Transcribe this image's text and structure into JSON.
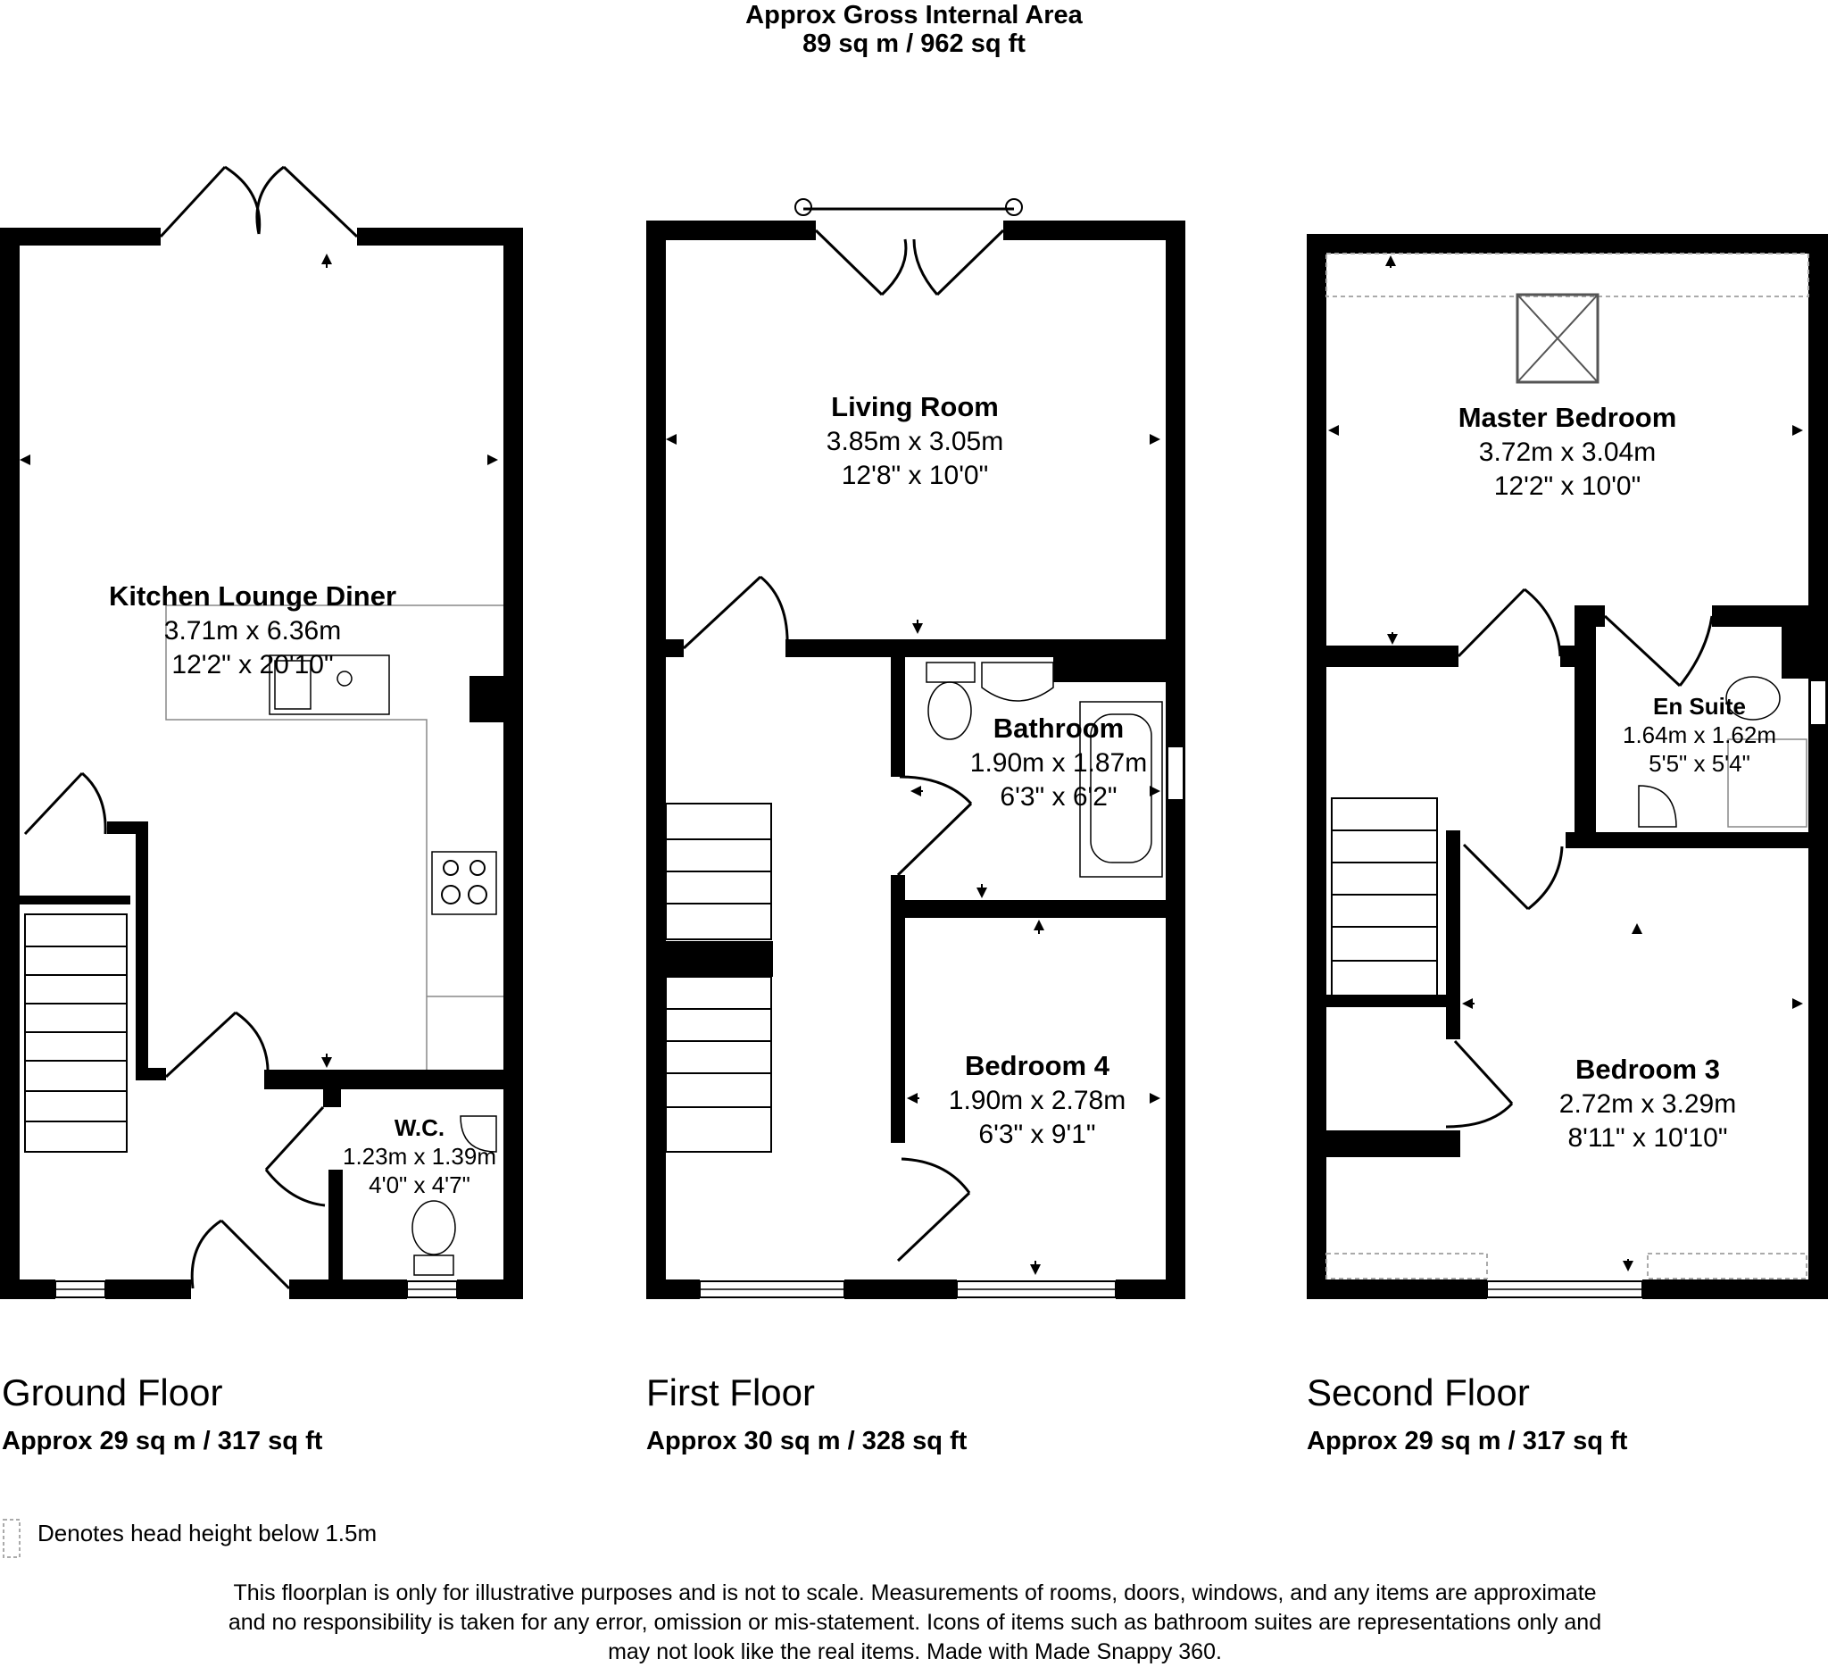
{
  "header": {
    "title": "Approx Gross Internal Area",
    "total_area": "89 sq m / 962 sq ft"
  },
  "floors": [
    {
      "name": "Ground Floor",
      "area": "Approx 29 sq m / 317 sq ft",
      "rooms": [
        {
          "name": "Kitchen Lounge Diner",
          "metric": "3.71m x 6.36m",
          "imperial": "12'2\" x 20'10\""
        },
        {
          "name": "W.C.",
          "metric": "1.23m x 1.39m",
          "imperial": "4'0\" x 4'7\""
        }
      ]
    },
    {
      "name": "First Floor",
      "area": "Approx 30 sq m / 328 sq ft",
      "rooms": [
        {
          "name": "Living Room",
          "metric": "3.85m x 3.05m",
          "imperial": "12'8\" x 10'0\""
        },
        {
          "name": "Bathroom",
          "metric": "1.90m x 1.87m",
          "imperial": "6'3\" x 6'2\""
        },
        {
          "name": "Bedroom 4",
          "metric": "1.90m x 2.78m",
          "imperial": "6'3\" x 9'1\""
        }
      ]
    },
    {
      "name": "Second Floor",
      "area": "Approx 29 sq m / 317 sq ft",
      "rooms": [
        {
          "name": "Master Bedroom",
          "metric": "3.72m x 3.04m",
          "imperial": "12'2\" x 10'0\""
        },
        {
          "name": "En Suite",
          "metric": "1.64m x 1.62m",
          "imperial": "5'5\" x 5'4\""
        },
        {
          "name": "Bedroom 3",
          "metric": "2.72m x 3.29m",
          "imperial": "8'11\" x 10'10\""
        }
      ]
    }
  ],
  "legend": {
    "text": "Denotes head height below 1.5m"
  },
  "disclaimer": [
    "This floorplan is only for illustrative purposes and is not to scale. Measurements of rooms, doors, windows, and any items are approximate",
    "and no responsibility is taken for any error, omission or mis-statement. Icons of items such as bathroom suites are representations only and",
    "may not look like the real items. Made with Made Snappy 360."
  ]
}
